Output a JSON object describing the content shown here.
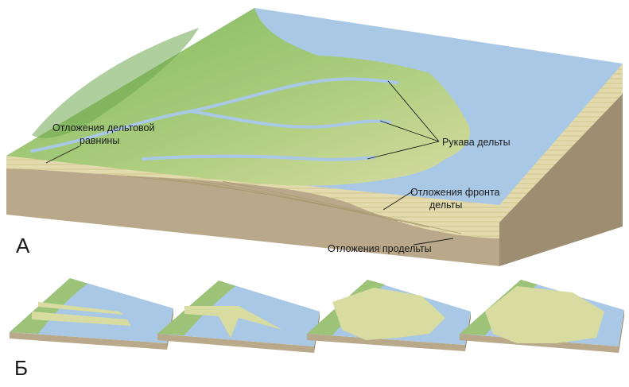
{
  "labels": {
    "panel_a": "А",
    "panel_b": "Б",
    "delta_plain_line1": "Отложения дельтовой",
    "delta_plain_line2": "равнины",
    "delta_channels": "Рукава дельты",
    "delta_front_line1": "Отложения фронта",
    "delta_front_line2": "дельты",
    "prodelta": "Отложения продельты"
  },
  "colors": {
    "water": "#a9c8e6",
    "water_side": "#8fb3d6",
    "land": "#d8dca0",
    "vegetation": "#8fbf6a",
    "sediment_layer": "#e6dfb4",
    "base_rock": "#b9a98a",
    "base_rock_dark": "#9d8e72",
    "label_text": "#1a1a1a"
  }
}
